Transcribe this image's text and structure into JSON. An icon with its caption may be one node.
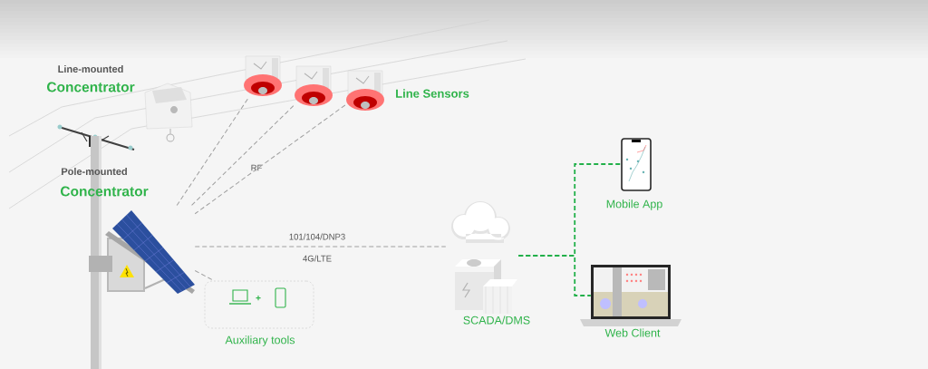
{
  "diagram": {
    "nodes": [
      {
        "text": [
          "Line-mounted",
          "Concentrator"
        ]
      },
      {
        "text": [],
        "shape": "picture"
      },
      {
        "text": [],
        "shape": "picture"
      },
      {
        "text": [],
        "shape": "picture"
      },
      {
        "text": [
          "Pole-mounted",
          "Concentrator"
        ]
      },
      {
        "text": [
          "Auxiliary tools"
        ]
      },
      {
        "text": [
          "SCADA/DMS"
        ]
      },
      {
        "text": [
          "Mobile App"
        ]
      },
      {
        "text": [
          "Web Client"
        ]
      }
    ],
    "edges": [
      {
        "from": 1,
        "to": 4,
        "arrow": "none",
        "style": "dashed"
      },
      {
        "from": 2,
        "to": 4,
        "arrow": "none",
        "style": "dashed",
        "label": "RF"
      },
      {
        "from": 3,
        "to": 4,
        "arrow": "none",
        "style": "dashed"
      },
      {
        "from": 4,
        "to": 6,
        "arrow": "none",
        "style": "dashed",
        "label": "101/104/DNP3"
      },
      {
        "from": 4,
        "to": 5,
        "arrow": "none",
        "style": "dashed"
      },
      {
        "from": 6,
        "to": 7,
        "arrow": "none",
        "style": "dashed",
        "color": "#22b04a"
      },
      {
        "from": 6,
        "to": 8,
        "arrow": "none",
        "style": "dashed",
        "color": "#22b04a"
      }
    ],
    "labels": [
      "Line Sensors",
      "4G/LTE",
      "+"
    ]
  }
}
